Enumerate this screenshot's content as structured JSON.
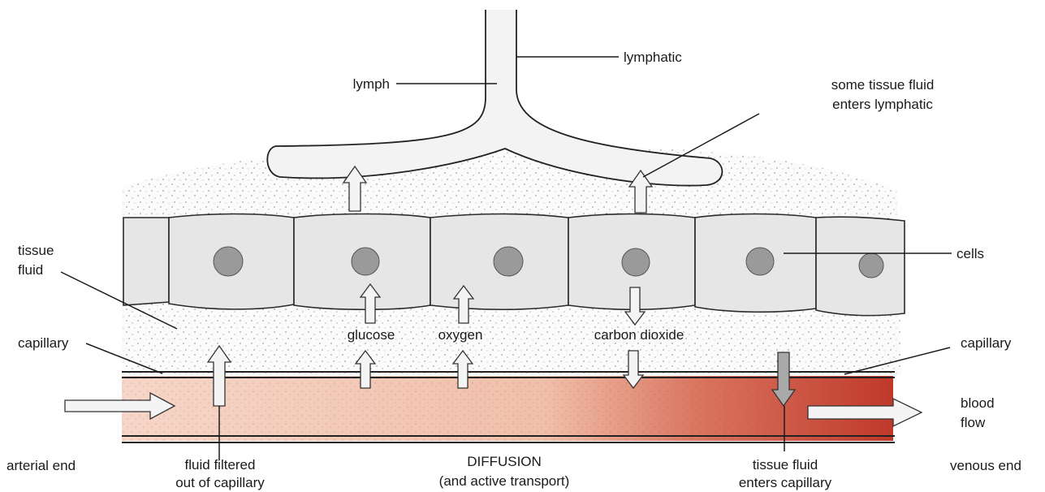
{
  "labels": {
    "lymphatic": "lymphatic",
    "lymph": "lymph",
    "some_tissue_fluid_1": "some tissue fluid",
    "some_tissue_fluid_2": "enters lymphatic",
    "tissue_fluid_1": "tissue",
    "tissue_fluid_2": "fluid",
    "cells": "cells",
    "capillary_left": "capillary",
    "capillary_right": "capillary",
    "glucose": "glucose",
    "oxygen": "oxygen",
    "carbon_dioxide": "carbon dioxide",
    "blood_flow_1": "blood",
    "blood_flow_2": "flow",
    "arterial_end": "arterial end",
    "fluid_filtered_1": "fluid filtered",
    "fluid_filtered_2": "out of capillary",
    "diffusion_1": "DIFFUSION",
    "diffusion_2": "(and active transport)",
    "tissue_fluid_enters_1": "tissue fluid",
    "tissue_fluid_enters_2": "enters capillary",
    "venous_end": "venous end"
  },
  "colors": {
    "blood_arterial": "#f2c9b8",
    "blood_venous": "#c0392b",
    "cell_fill": "#e6e6e6",
    "lymph_fill": "#f3f3f3",
    "nucleus": "#9a9a9a"
  }
}
